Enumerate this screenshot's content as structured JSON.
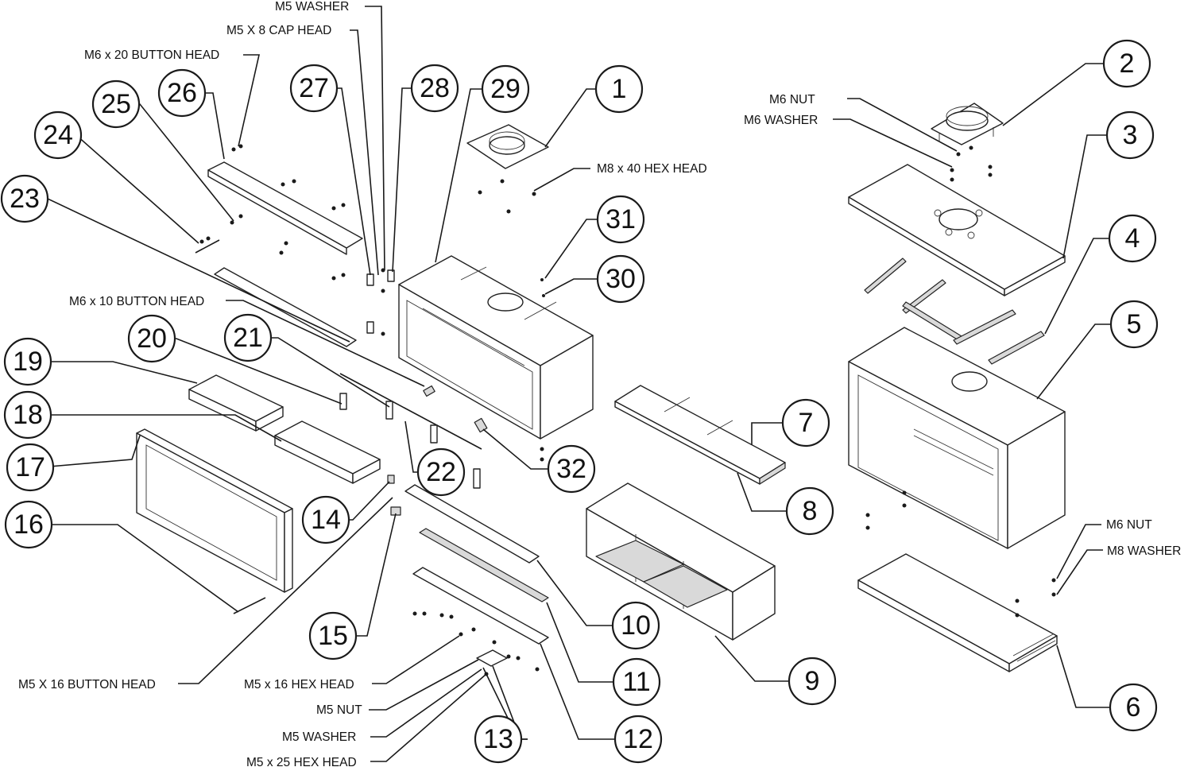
{
  "balloons": [
    "1",
    "2",
    "3",
    "4",
    "5",
    "6",
    "7",
    "8",
    "9",
    "10",
    "11",
    "12",
    "13",
    "14",
    "15",
    "16",
    "17",
    "18",
    "19",
    "20",
    "21",
    "22",
    "23",
    "24",
    "25",
    "26",
    "27",
    "28",
    "29",
    "30",
    "31",
    "32"
  ],
  "hardware_labels": {
    "m5_washer_top": "M5 WASHER",
    "m5_x8_cap_head": "M5 X 8 CAP HEAD",
    "m6_x20_button_head": "M6 x 20 BUTTON HEAD",
    "m6_nut_top": "M6 NUT",
    "m6_washer_top": "M6 WASHER",
    "m8_x40_hex_head": "M8 x 40 HEX HEAD",
    "m6_x10_button_head": "M6 x 10 BUTTON HEAD",
    "m6_nut_right": "M6 NUT",
    "m8_washer": "M8 WASHER",
    "m5_x16_button_head": "M5 X 16 BUTTON HEAD",
    "m5_x16_hex_head": "M5 x 16 HEX HEAD",
    "m5_nut": "M5 NUT",
    "m5_washer_bottom": "M5 WASHER",
    "m5_x25_hex_head": "M5 x 25 HEX HEAD"
  }
}
